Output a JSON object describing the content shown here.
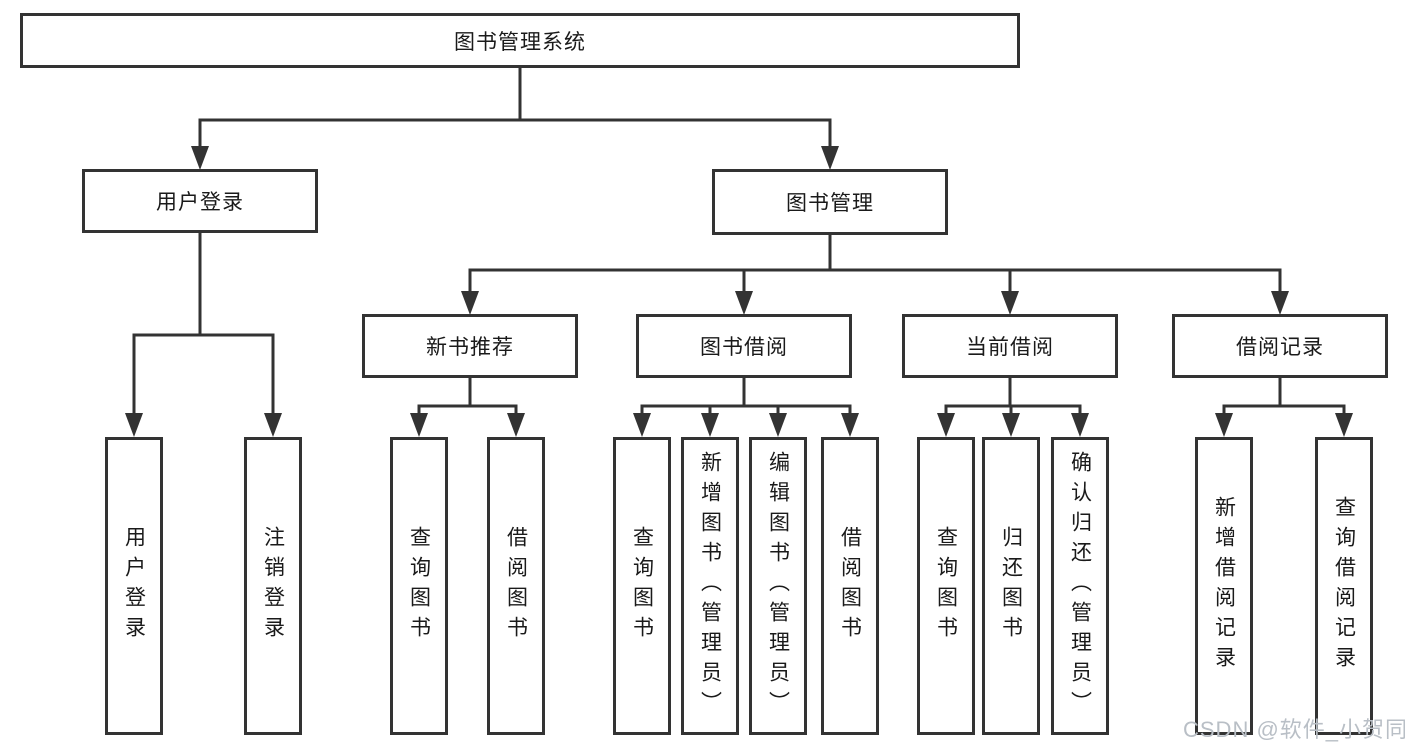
{
  "diagram_title": "图书管理系统",
  "nodes": {
    "root": "图书管理系统",
    "level2": [
      "用户登录",
      "图书管理"
    ],
    "level3": [
      "新书推荐",
      "图书借阅",
      "当前借阅",
      "借阅记录"
    ],
    "leaves": [
      "用户登录",
      "注销登录",
      "查询图书",
      "借阅图书",
      "查询图书",
      "新增图书（管理员）",
      "编辑图书（管理员）",
      "借阅图书",
      "查询图书",
      "归还图书",
      "确认归还（管理员）",
      "新增借阅记录",
      "查询借阅记录"
    ]
  },
  "hierarchy": {
    "图书管理系统": [
      "用户登录",
      "图书管理"
    ],
    "用户登录": [
      "用户登录",
      "注销登录"
    ],
    "图书管理": [
      "新书推荐",
      "图书借阅",
      "当前借阅",
      "借阅记录"
    ],
    "新书推荐": [
      "查询图书",
      "借阅图书"
    ],
    "图书借阅": [
      "查询图书",
      "新增图书（管理员）",
      "编辑图书（管理员）",
      "借阅图书"
    ],
    "当前借阅": [
      "查询图书",
      "归还图书",
      "确认归还（管理员）"
    ],
    "借阅记录": [
      "新增借阅记录",
      "查询借阅记录"
    ]
  },
  "watermark": "CSDN @软件_小贺同学",
  "colors": {
    "line": "#333333",
    "box_border": "#333333",
    "text": "#1a1a1a",
    "watermark": "#b9bfc6",
    "background": "#ffffff"
  }
}
